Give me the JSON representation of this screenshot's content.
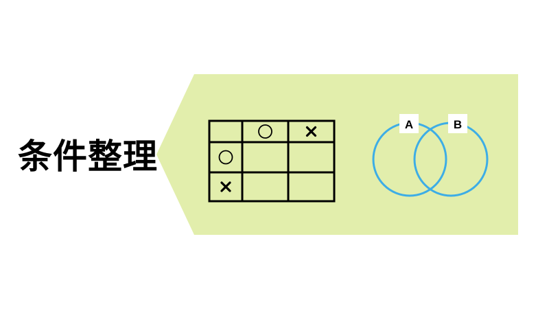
{
  "title": "条件整理",
  "grid": {
    "rows": 3,
    "cols": 3,
    "cells": [
      [
        "",
        "○",
        "×"
      ],
      [
        "○",
        "",
        ""
      ],
      [
        "×",
        "",
        ""
      ]
    ]
  },
  "venn": {
    "labels": [
      "A",
      "B"
    ]
  },
  "colors": {
    "panel": "#e2eeac",
    "venn_stroke": "#3dade6",
    "text": "#000000"
  }
}
